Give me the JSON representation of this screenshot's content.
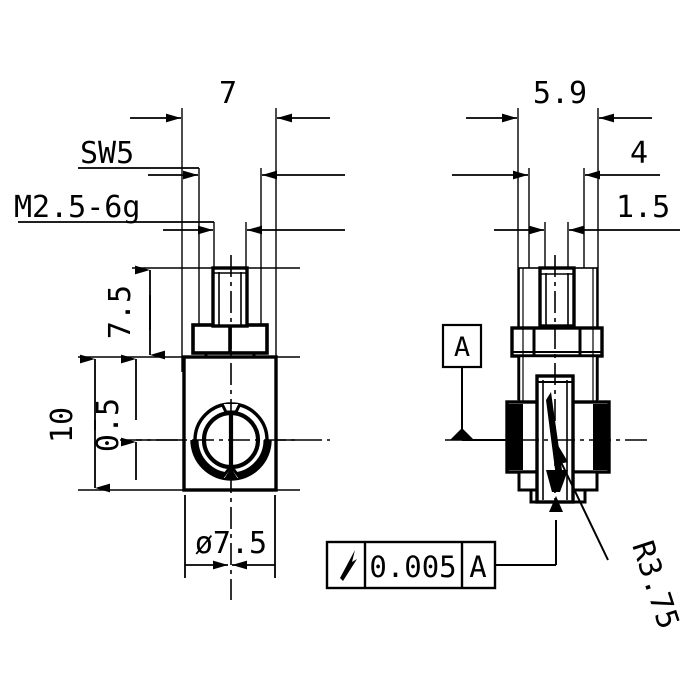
{
  "drawing": {
    "title": "Technical part drawing - two orthographic views",
    "background_color": "#ffffff",
    "line_color": "#000000",
    "views": [
      {
        "id": "front-view",
        "name": "front-view",
        "label": ""
      },
      {
        "id": "side-view",
        "name": "side-view",
        "label": ""
      }
    ]
  },
  "front_view": {
    "dimensions": {
      "width_overall": "7",
      "thread_spec": "M2.5-6g",
      "wrench_size": "SW5",
      "stud_length": "7.5",
      "body_height": "10",
      "bore_offset": "0.5",
      "bore_diameter": "ø7.5"
    }
  },
  "side_view": {
    "dimensions": {
      "width_overall": "5.9",
      "width_mid": "4",
      "width_inner": "1.5",
      "radius": "R3.75"
    },
    "datum": {
      "label": "A"
    }
  },
  "feature_control_frame": {
    "symbol": "runout-slash-symbol",
    "symbol_glyph": "╱",
    "tolerance": "0.005",
    "datum_reference": "A"
  },
  "colors": {
    "line": "#000000",
    "fill": "#ffffff",
    "hatch": "#000000"
  }
}
